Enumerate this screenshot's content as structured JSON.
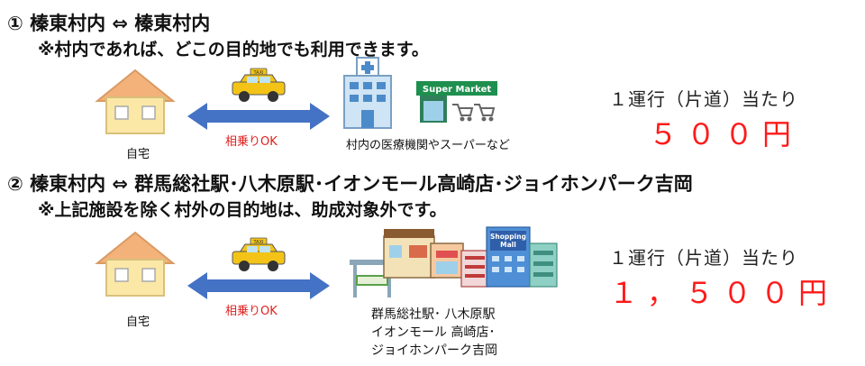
{
  "route1": {
    "title": "① 榛東村内 ⇔ 榛東村内",
    "note_prefix": "※",
    "note_bold": "村内",
    "note_rest": "であれば、どこの目的地でも利用できます。",
    "home_label": "自宅",
    "share_label": "相乗りOK",
    "taxi_sign": "TAXI",
    "dest_sign": "Super Market",
    "dest_label": "村内の医療機関やスーパーなど",
    "fare_label": "１運行（片道）当たり",
    "fare_price": "５００円"
  },
  "route2": {
    "title": "② 榛東村内 ⇔ 群馬総社駅･八木原駅･イオンモール高崎店･ジョイホンパーク吉岡",
    "note": "※上記施設を除く村外の目的地は、助成対象外です。",
    "home_label": "自宅",
    "share_label": "相乗りOK",
    "taxi_sign": "TAXI",
    "mall_sign_1": "Shopping",
    "mall_sign_2": "Mall",
    "dest_line1": "群馬総社駅･ 八木原駅",
    "dest_line2": "イオンモール 高崎店･",
    "dest_line3": "ジョイホンパーク吉岡",
    "fare_label": "１運行（片道）当たり",
    "fare_price": "１，５００円"
  },
  "colors": {
    "house_roof": "#f2b27a",
    "house_wall": "#fbe7a6",
    "arrow": "#4472c4",
    "taxi": "#f3c417",
    "price": "#ff1a1a",
    "share": "#e02020",
    "store_green": "#1e8f4e"
  }
}
